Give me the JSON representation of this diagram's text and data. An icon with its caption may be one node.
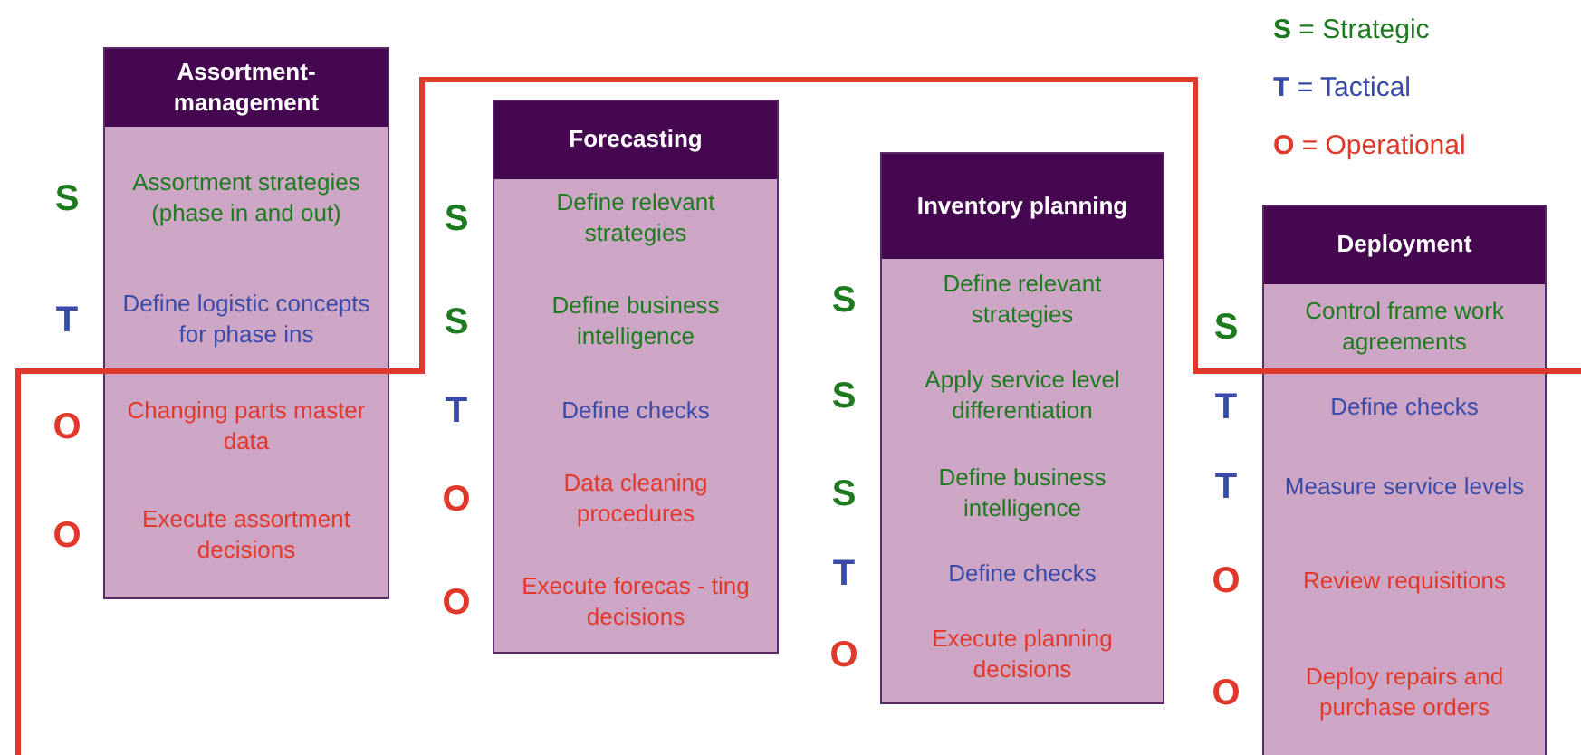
{
  "diagram": {
    "nodes": [
      {
        "text": [
          "Assortment- management"
        ]
      },
      {
        "text": [
          "Assortment strategies (phase in and out)"
        ],
        "in": 0,
        "beside": [
          "S"
        ]
      },
      {
        "text": [
          "Define logistic concepts for phase ins"
        ],
        "in": 0,
        "beside": [
          "T"
        ]
      },
      {
        "text": [
          "Changing parts master data"
        ],
        "in": 0,
        "beside": [
          "O"
        ]
      },
      {
        "text": [
          "Execute assortment decisions"
        ],
        "in": 0,
        "beside": [
          "O"
        ]
      },
      {
        "text": [
          "Forecasting"
        ]
      },
      {
        "text": [
          "Define relevant strategies"
        ],
        "in": 5,
        "beside": [
          "S"
        ]
      },
      {
        "text": [
          "Define business intelligence"
        ],
        "in": 5,
        "beside": [
          "S"
        ]
      },
      {
        "text": [
          "Define checks"
        ],
        "in": 5,
        "beside": [
          "T"
        ]
      },
      {
        "text": [
          "Data cleaning procedures"
        ],
        "in": 5,
        "beside": [
          "O"
        ]
      },
      {
        "text": [
          "Execute forecas - ting decisions"
        ],
        "in": 5,
        "beside": [
          "O"
        ]
      },
      {
        "text": [
          "Inventory planning"
        ]
      },
      {
        "text": [
          "Define relevant strategies"
        ],
        "in": 11,
        "beside": [
          "S"
        ]
      },
      {
        "text": [
          "Apply service level differentiation"
        ],
        "in": 11,
        "beside": [
          "S"
        ]
      },
      {
        "text": [
          "Define business intelligence"
        ],
        "in": 11,
        "beside": [
          "S"
        ]
      },
      {
        "text": [
          "Define checks"
        ],
        "in": 11,
        "beside": [
          "T"
        ]
      },
      {
        "text": [
          "Execute planning decisions"
        ],
        "in": 11,
        "beside": [
          "O"
        ]
      },
      {
        "text": [
          "Deployment"
        ]
      },
      {
        "text": [
          "Control frame work agreements"
        ],
        "in": 17,
        "beside": [
          "S"
        ]
      },
      {
        "text": [
          "Define checks"
        ],
        "in": 17,
        "beside": [
          "T"
        ]
      },
      {
        "text": [
          "Measure service levels"
        ],
        "in": 17,
        "beside": [
          "T"
        ]
      },
      {
        "text": [
          "Review requisitions"
        ],
        "in": 17,
        "beside": [
          "O"
        ]
      },
      {
        "text": [
          "Deploy repairs and purchase orders"
        ],
        "in": 17,
        "beside": [
          "O"
        ]
      }
    ],
    "legend": [
      {
        "text": "**S** = Strategic",
        "color": "#1e7a1e"
      },
      {
        "text": "**T** = Tactical",
        "color": "#3a4aa8"
      },
      {
        "text": "**O** = Operational",
        "color": "#e0392b"
      }
    ]
  }
}
